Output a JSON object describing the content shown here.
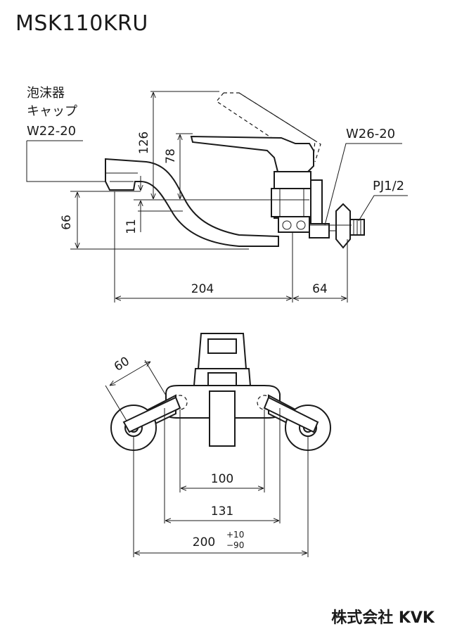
{
  "model": "MSK110KRU",
  "side_view": {
    "aerator_label_line1": "泡沫器",
    "aerator_label_line2": "キャップ",
    "aerator_thread": "W22-20",
    "inlet_thread": "W26-20",
    "pipe_thread": "PJ1/2",
    "dim_126": "126",
    "dim_78": "78",
    "dim_66": "66",
    "dim_11": "11",
    "dim_204": "204",
    "dim_64": "64"
  },
  "front_view": {
    "dim_60": "60",
    "dim_100": "100",
    "dim_131": "131",
    "dim_200": "200",
    "tol_plus": "+10",
    "tol_minus": "−90"
  },
  "company": "株式会社 KVK"
}
